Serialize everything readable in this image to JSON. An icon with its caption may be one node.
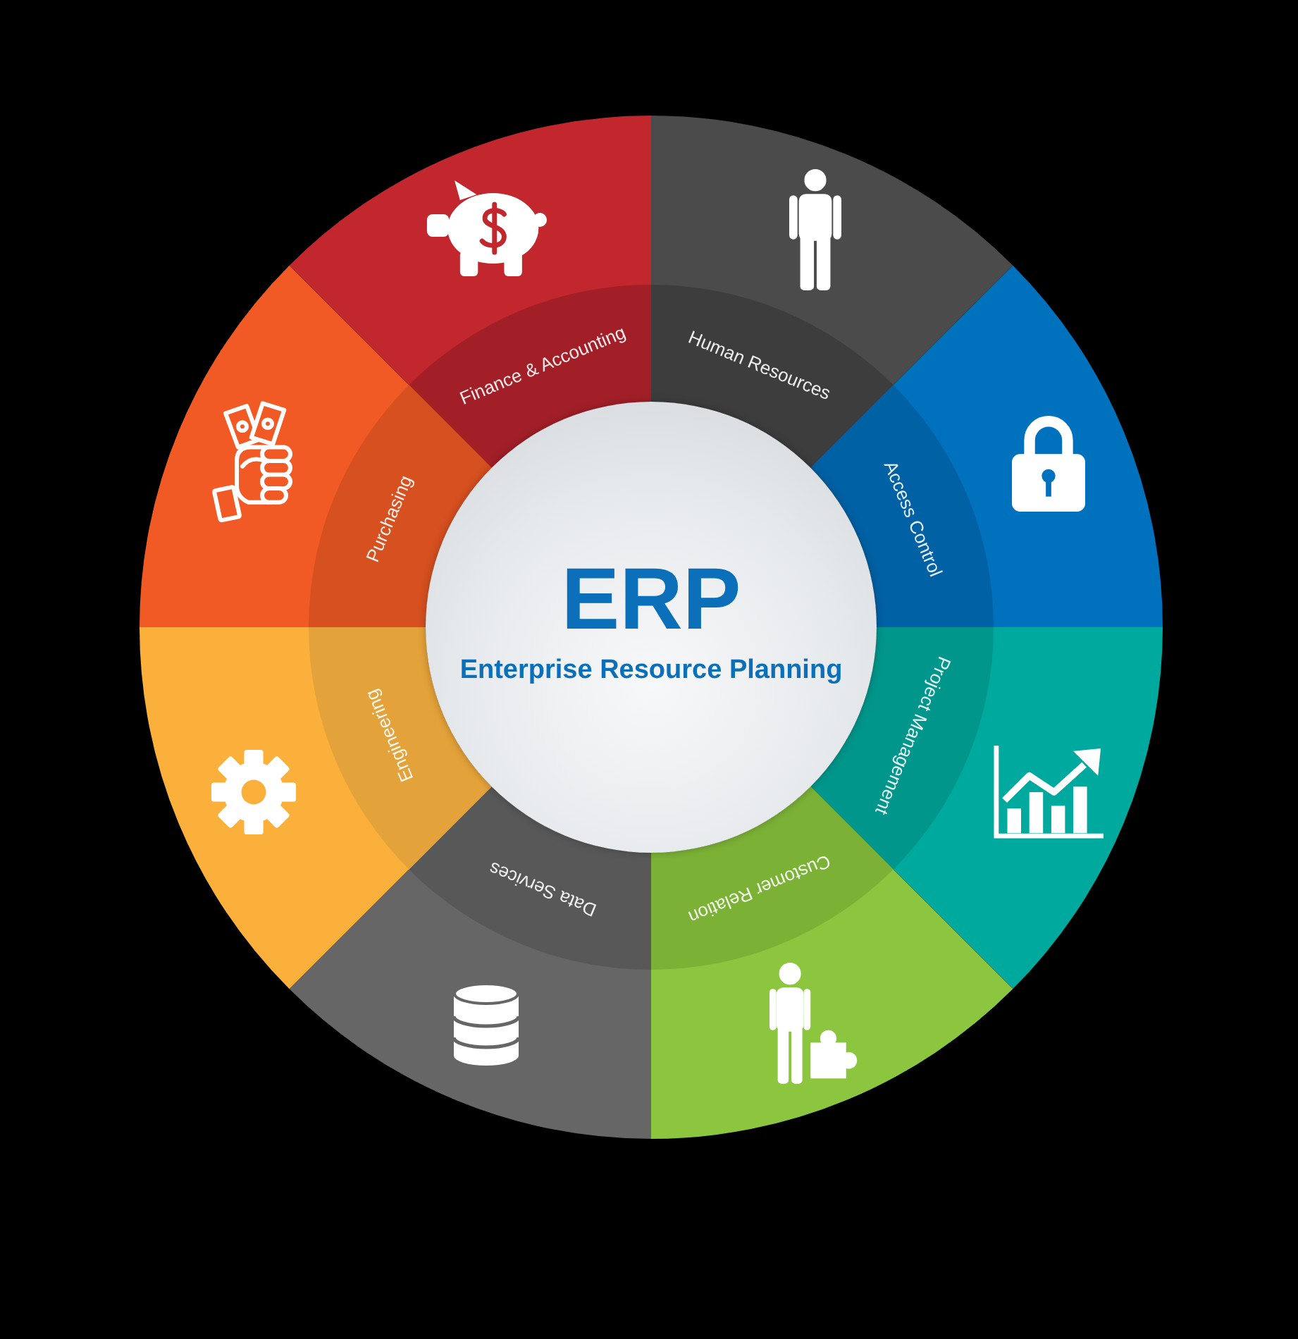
{
  "diagram": {
    "nodes": [
      {
        "text": [
          "ERP",
          "Enterprise Resource Planning"
        ]
      },
      {
        "text": [
          "Finance & Accounting"
        ]
      },
      {
        "text": [
          "Human Resources"
        ]
      },
      {
        "text": [
          "Access Control"
        ]
      },
      {
        "text": [
          "Project Management"
        ]
      },
      {
        "text": [
          "Customer Relation"
        ]
      },
      {
        "text": [
          "Data Services"
        ]
      },
      {
        "text": [
          "Engineering"
        ]
      },
      {
        "text": [
          "Purchasing"
        ]
      }
    ]
  }
}
